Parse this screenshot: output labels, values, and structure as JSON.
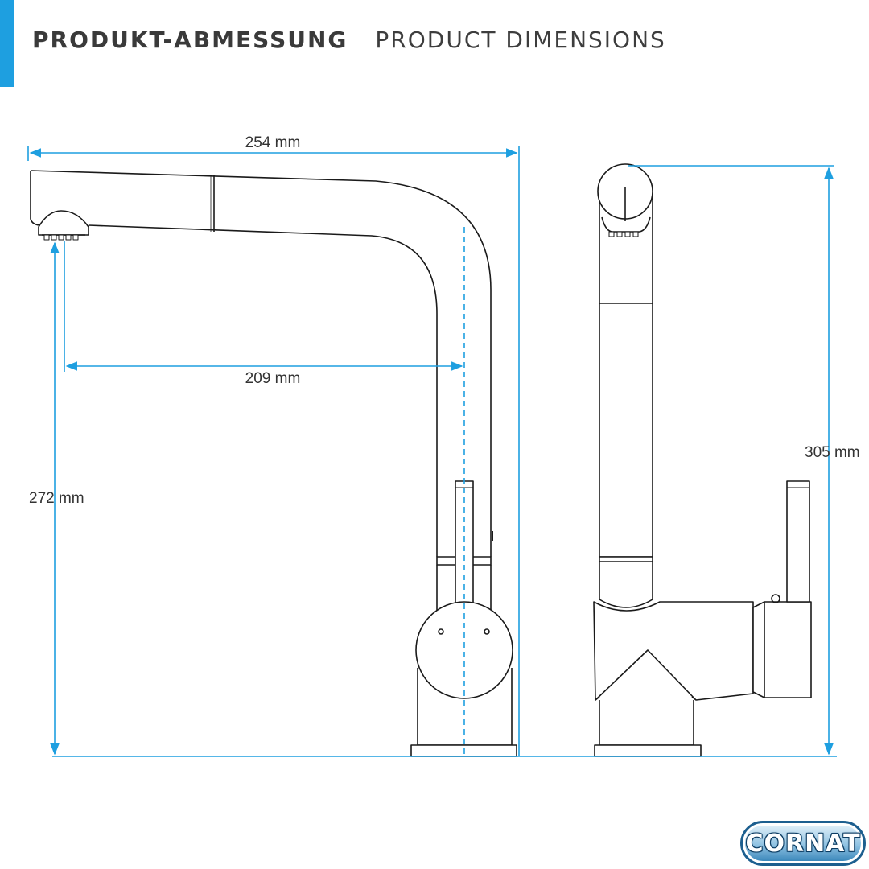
{
  "header": {
    "title_de": "PRODUKT-ABMESSUNG",
    "title_en": "PRODUCT DIMENSIONS"
  },
  "dimensions": {
    "width_total": "254 mm",
    "reach": "209 mm",
    "height_outlet": "272 mm",
    "height_total": "305 mm"
  },
  "brand": {
    "logo_text": "CORNAT"
  },
  "colors": {
    "accent": "#1e9fe0",
    "dimension_line": "#1e9fe0",
    "outline": "#1a1a1a"
  }
}
